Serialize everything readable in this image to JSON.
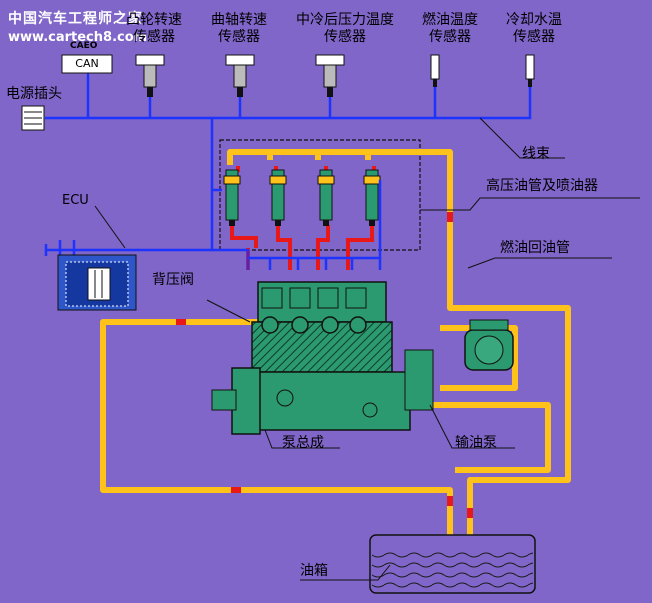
{
  "watermark": {
    "line1": "中国汽车工程师之家",
    "line2": "www.cartech8.com"
  },
  "sensors": [
    {
      "line1": "凸轮转速",
      "line2": "传感器"
    },
    {
      "line1": "曲轴转速",
      "line2": "传感器"
    },
    {
      "line1": "中冷后压力温度",
      "line2": "传感器"
    },
    {
      "line1": "燃油温度",
      "line2": "传感器"
    },
    {
      "line1": "冷却水温",
      "line2": "传感器"
    }
  ],
  "can_box": {
    "top_label": "CAEO",
    "label": "CAN"
  },
  "labels": {
    "power_plug": "电源插头",
    "wire_harness": "线束",
    "hp_line_injector": "高压油管及喷油器",
    "fuel_return": "燃油回油管",
    "ecu": "ECU",
    "back_pressure_valve": "背压阀",
    "pump_assembly": "泵总成",
    "feed_pump": "输油泵",
    "fuel_tank": "油箱"
  },
  "colors": {
    "background": "#7f66c8",
    "wire": "#1f33ff",
    "fuel_line": "#ffc21a",
    "high_pressure_line": "#e81818",
    "pump_body": "#1f8a62"
  }
}
